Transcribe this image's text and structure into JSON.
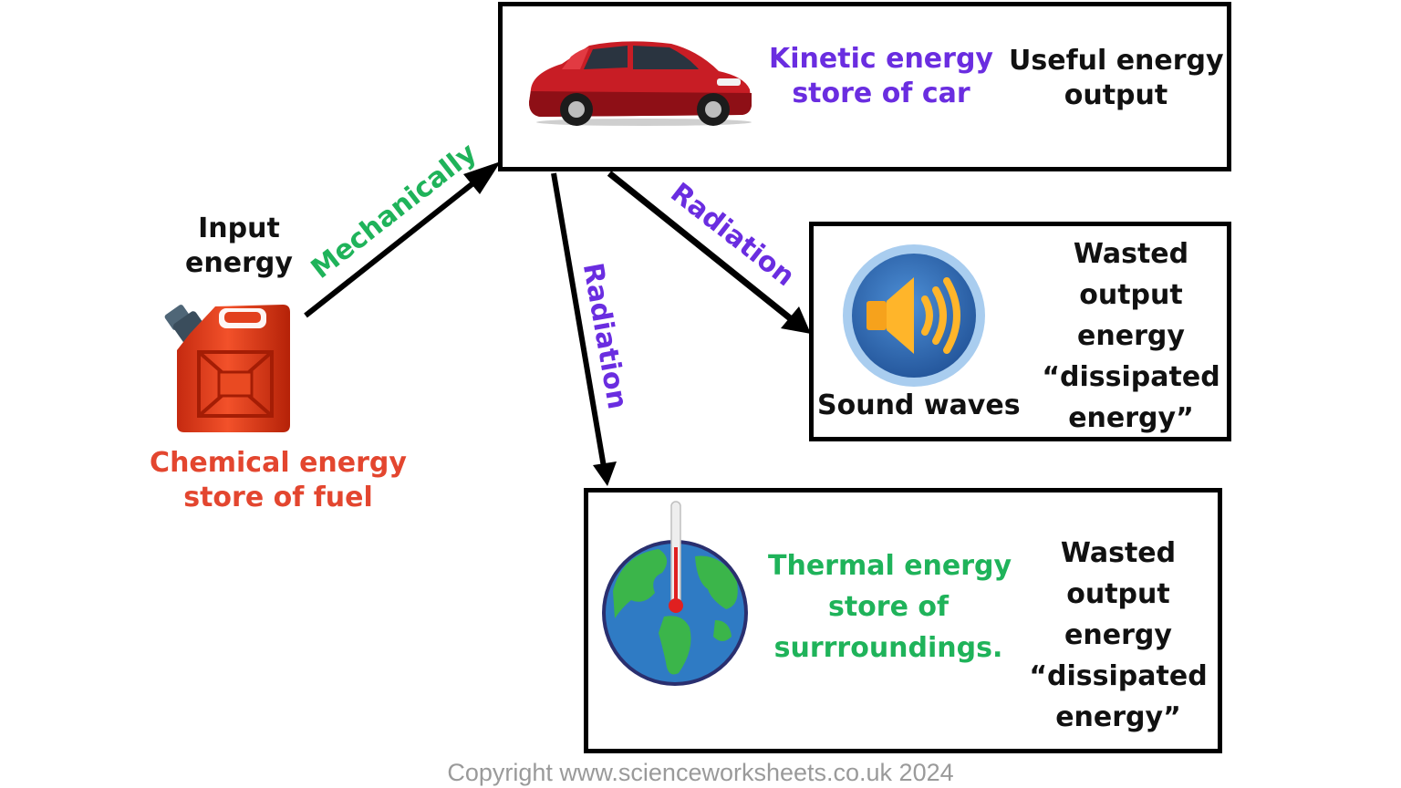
{
  "colors": {
    "kinetic": "#6a2de0",
    "thermal": "#1fb35a",
    "chemical": "#e3462f",
    "mechanically": "#1fb35a",
    "radiation": "#6a2de0",
    "black": "#111111"
  },
  "input": {
    "label_line1": "Input",
    "label_line2": "energy",
    "store_line1": "Chemical energy",
    "store_line2": "store of fuel",
    "icon": "fuel-can-icon"
  },
  "arrows": {
    "mechanically": "Mechanically",
    "radiation_sound": "Radiation",
    "radiation_thermal": "Radiation"
  },
  "kinetic_box": {
    "store_line1": "Kinetic energy",
    "store_line2": "store of car",
    "output_line1": "Useful energy",
    "output_line2": "output",
    "icon": "car-icon"
  },
  "sound_box": {
    "caption": "Sound waves",
    "wasted_line1": "Wasted",
    "wasted_line2": "output",
    "wasted_line3": "energy",
    "wasted_line4": "“dissipated",
    "wasted_line5": "energy”",
    "icon": "speaker-icon"
  },
  "thermal_box": {
    "store_line1": "Thermal energy",
    "store_line2": "store of",
    "store_line3": "surrroundings.",
    "wasted_line1": "Wasted",
    "wasted_line2": "output",
    "wasted_line3": "energy",
    "wasted_line4": "“dissipated",
    "wasted_line5": "energy”",
    "icon": "globe-thermometer-icon"
  },
  "footer": {
    "copyright": "Copyright www.scienceworksheets.co.uk 2024"
  }
}
